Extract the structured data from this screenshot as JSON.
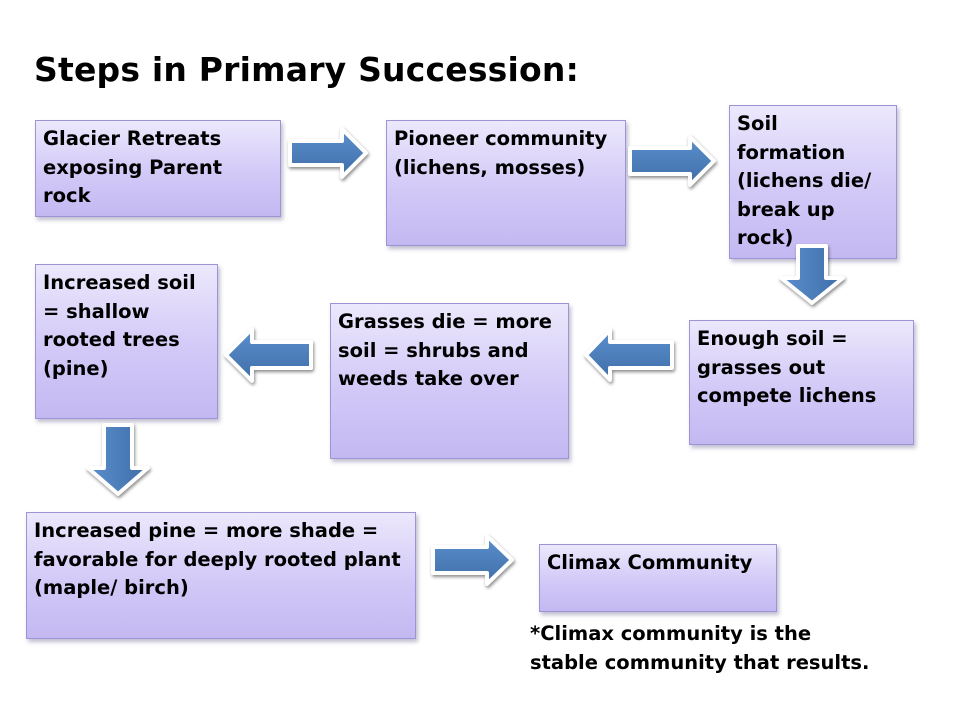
{
  "title": "Steps in Primary Succession:",
  "steps": [
    "Glacier Retreats exposing Parent rock",
    "Pioneer community (lichens, mosses)",
    "Soil formation (lichens die/ break up rock)",
    "Enough soil = grasses out compete lichens",
    "Grasses  die = more soil = shrubs and weeds take over",
    "Increased soil = shallow rooted trees (pine)",
    "Increased pine = more shade = favorable for deeply rooted plant (maple/ birch)",
    "Climax Community"
  ],
  "note": "*Climax community is the stable community that results.",
  "colors": {
    "box_fill_top": "#ece8fc",
    "box_fill_bottom": "#c4b8f2",
    "box_border": "#9d94d6",
    "arrow_fill": "#4f81bd"
  }
}
